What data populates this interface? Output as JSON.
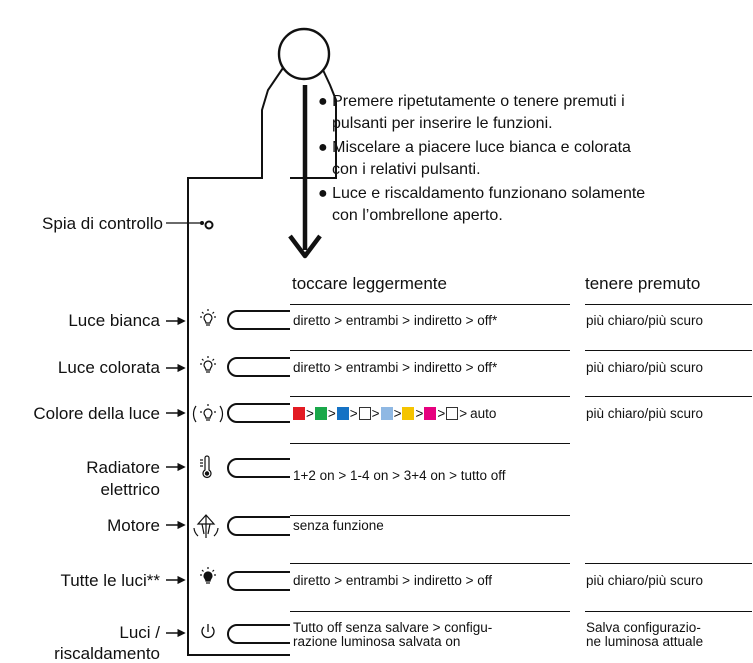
{
  "instructions": [
    "Premere ripetutamente o tenere premuti i",
    "pulsanti per inserire le funzioni.",
    "Miscelare a piacere luce bianca e colorata",
    "con i relativi pulsanti.",
    "Luce e riscaldamento funzionano solamente",
    "con l’ombrellone aperto."
  ],
  "control_light_label": "Spia di controllo",
  "headers": {
    "tap": "toccare leggermente",
    "hold": "tenere premuto"
  },
  "rows": [
    {
      "label": "Luce bianca",
      "tap": "diretto > entrambi > indiretto > off*",
      "hold": "più chiaro/più scuro"
    },
    {
      "label": "Luce colorata",
      "tap": "diretto > entrambi > indiretto > off*",
      "hold": "più chiaro/più scuro"
    },
    {
      "label": "Colore della luce",
      "tap_suffix": "auto",
      "hold": "più chiaro/più scuro",
      "swatches": [
        "#e31b23",
        "#1aa84a",
        "#1572c4",
        "#ffffff",
        "#8fb8e3",
        "#f5c400",
        "#e6007e",
        "#ffffff"
      ]
    },
    {
      "label_line1": "Radiatore",
      "label_line2": "elettrico",
      "tap": "1+2 on > 1-4 on > 3+4 on > tutto off"
    },
    {
      "label": "Motore",
      "tap": "senza funzione"
    },
    {
      "label": "Tutte le luci**",
      "tap": "diretto > entrambi > indiretto > off",
      "hold": "più chiaro/più scuro"
    },
    {
      "label_line1": "Luci /",
      "label_line2": "riscaldamento",
      "tap_line1": "Tutto off senza salvare > configu-",
      "tap_line2": "razione luminosa salvata on",
      "hold_line1": "Salva configurazio-",
      "hold_line2": "ne luminosa attuale"
    }
  ],
  "icons": [
    "bulb-icon",
    "bulb-icon",
    "color-bulb-icon",
    "thermometer-icon",
    "umbrella-motor-icon",
    "bulb-filled-icon",
    "power-icon"
  ]
}
